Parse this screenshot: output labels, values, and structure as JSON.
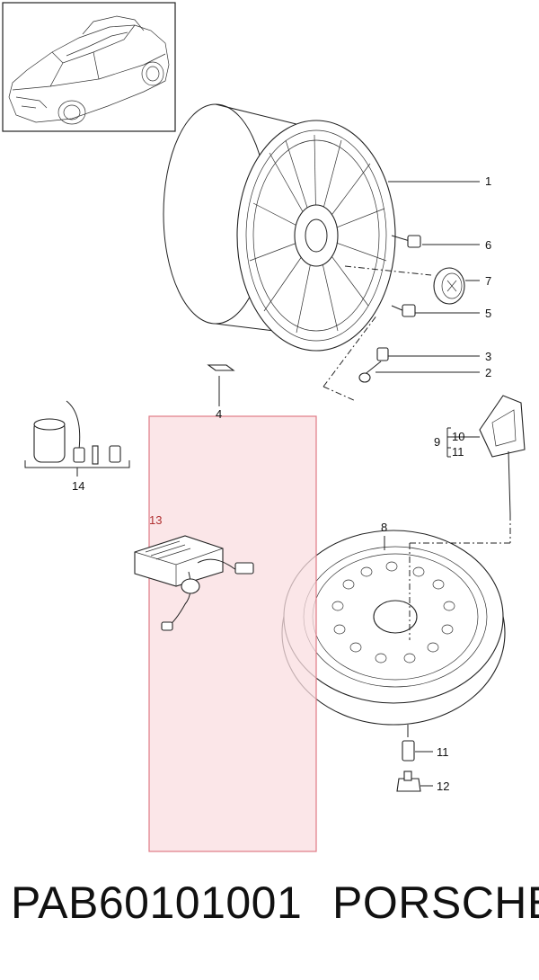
{
  "footer": {
    "part_number": "PAB60101001",
    "brand": "PORSCHE"
  },
  "callouts": {
    "c1": "1",
    "c2": "2",
    "c3": "3",
    "c4": "4",
    "c5": "5",
    "c6": "6",
    "c7": "7",
    "c8": "8",
    "c9": "9",
    "c10": "10",
    "c11_bracket": "11",
    "c11": "11",
    "c12": "12",
    "c13": "13",
    "c14": "14"
  },
  "colors": {
    "highlight_fill": "#f9dde0",
    "highlight_stroke": "#e07a86",
    "line": "#222222",
    "callout_13": "#b03030"
  }
}
